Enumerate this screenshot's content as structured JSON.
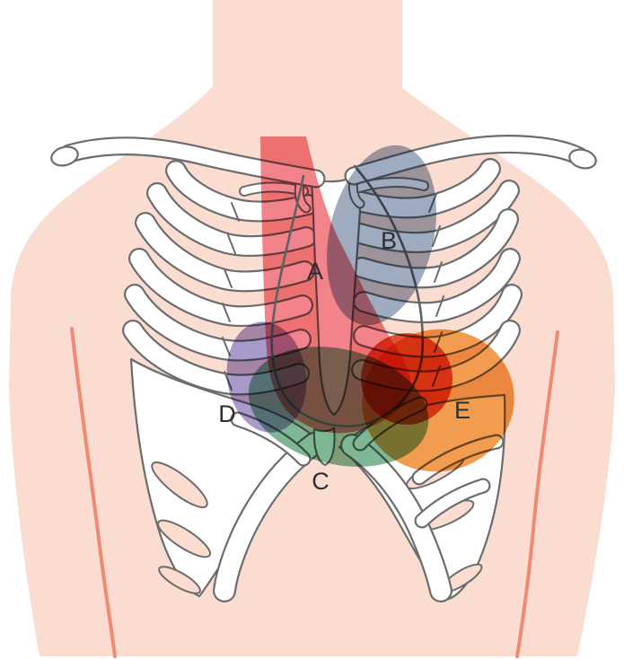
{
  "diagram": {
    "regions": [
      {
        "label": "A",
        "color": "#f2838a"
      },
      {
        "label": "B",
        "color": "#9fabbe"
      },
      {
        "label": "C",
        "color": "#7fb794"
      },
      {
        "label": "D",
        "color": "#a89aca"
      },
      {
        "label": "E",
        "color": "#f19c4e"
      }
    ],
    "overlay": {
      "circle_color": "#e25335"
    },
    "palette": {
      "background": "#ffffff",
      "skin": "#fadcd0",
      "body_contour_line": "#ef8b70",
      "bone_fill": "#ffffff",
      "bone_outline": "#6b6c6e",
      "heart_outline": "#606164",
      "label_color": "#2e2e30"
    }
  }
}
